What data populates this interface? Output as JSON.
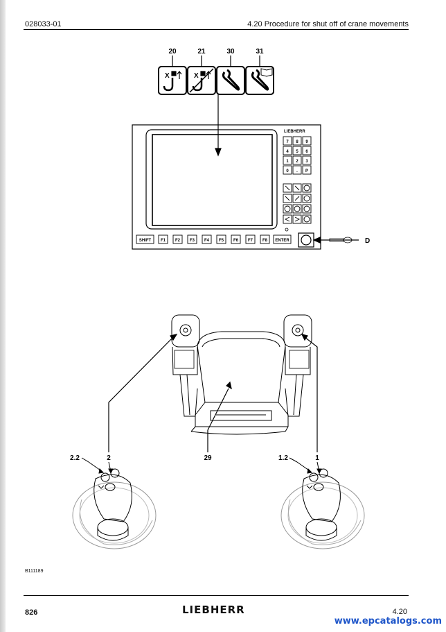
{
  "header": {
    "doc_number": "028033-01",
    "section_title": "4.20 Procedure for shut off of crane movements"
  },
  "figure": {
    "icon_labels": [
      "20",
      "21",
      "30",
      "31"
    ],
    "controller": {
      "brand": "LIEBHERR",
      "numpad": [
        "7",
        "8",
        "9",
        "4",
        "5",
        "6",
        "1",
        "2",
        "3",
        "0",
        ".",
        "P"
      ],
      "function_keys": [
        "SHIFT",
        "F1",
        "F2",
        "F3",
        "F4",
        "F5",
        "F6",
        "F7",
        "F8",
        "ENTER"
      ]
    },
    "key_label": "D",
    "seat_labels": [
      "2.2",
      "2",
      "29",
      "1.2",
      "1"
    ],
    "figure_id": "B111189"
  },
  "footer": {
    "page_number": "826",
    "logo": "LIEBHERR",
    "section_number": "4.20"
  },
  "watermark": "www.epcatalogs.com"
}
